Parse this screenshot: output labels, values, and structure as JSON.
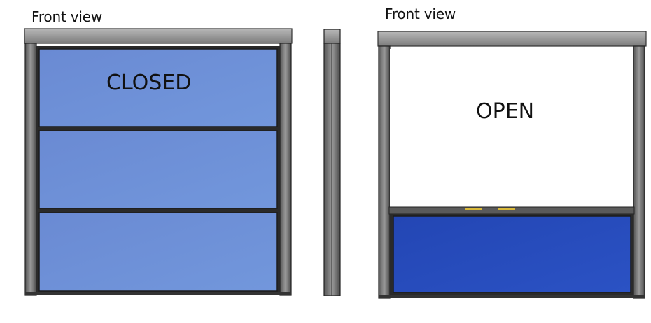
{
  "left_view": {
    "caption": "Front view",
    "state": "CLOSED",
    "panel_count": 3
  },
  "side_view": {
    "caption": ""
  },
  "right_view": {
    "caption": "Front view",
    "state": "OPEN",
    "panel_count": 1
  },
  "colors": {
    "frame": "#8d8d8d",
    "frame_dark": "#2a2a2a",
    "panel_closed": "#6b8ed6",
    "panel_open": "#2549b8",
    "background": "#ffffff"
  }
}
